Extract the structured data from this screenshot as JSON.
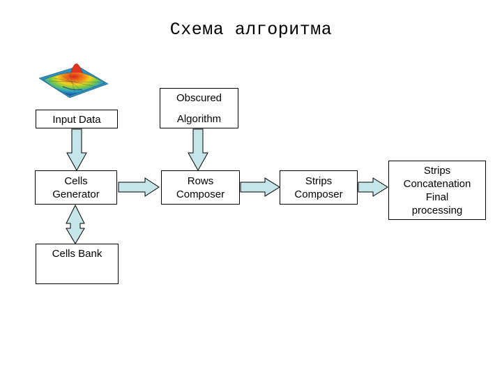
{
  "title": "Схема алгоритма",
  "boxes": {
    "input_data": "Input Data",
    "obscured": "Obscured",
    "algorithm": "Algorithm",
    "cells_generator": "Cells\nGenerator",
    "rows_composer": "Rows\nComposer",
    "strips_composer": "Strips\nComposer",
    "strips_concatenation": "Strips\nConcatenation\nFinal\nprocessing",
    "cells_bank": "Cells Bank"
  },
  "colors": {
    "arrow_fill": "#c6e5e9",
    "arrow_stroke": "#000000",
    "border": "#000000"
  },
  "icons": {
    "surface_plot": "3d-gaussian-surface-icon"
  }
}
